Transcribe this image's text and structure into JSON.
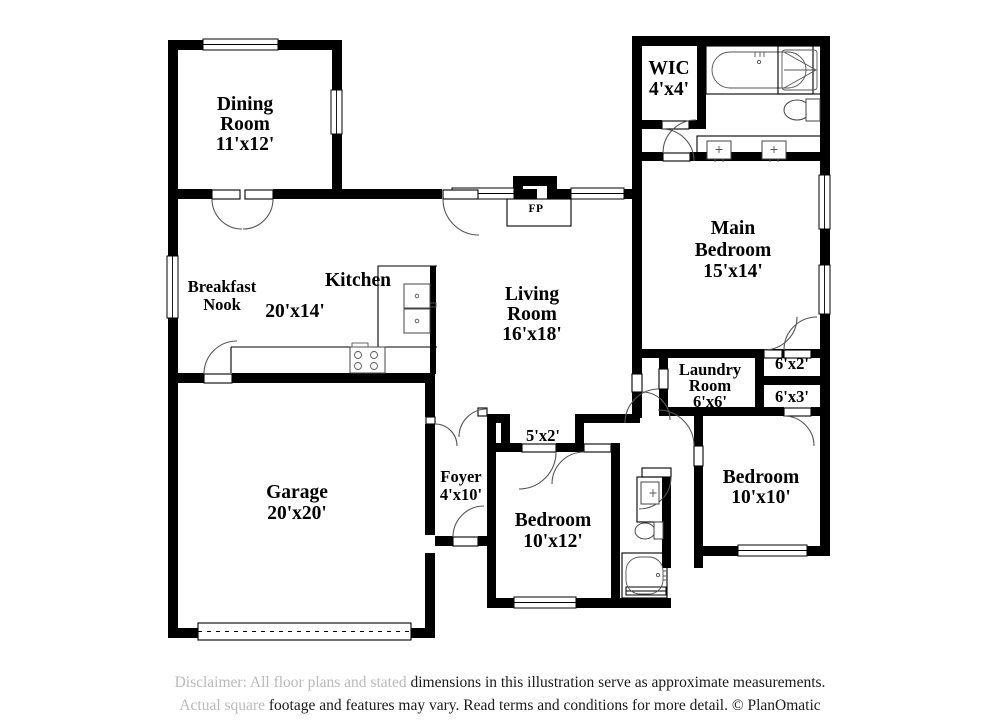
{
  "plan": {
    "title": "Single-story residential floor plan",
    "copyright": "© PlanOmatic",
    "stroke_color": "#000000",
    "background_color": "#ffffff"
  },
  "rooms": [
    {
      "key": "dining",
      "name": "Dining\nRoom",
      "line1": "Dining",
      "line2": "Room",
      "dimensions": "11'x12'"
    },
    {
      "key": "breakfast",
      "name": "Breakfast\nNook",
      "line1": "Breakfast",
      "line2": "Nook",
      "dimensions": ""
    },
    {
      "key": "kitchen",
      "name": "Kitchen",
      "line1": "Kitchen",
      "line2": "",
      "dimensions": "20'x14'"
    },
    {
      "key": "living",
      "name": "Living\nRoom",
      "line1": "Living",
      "line2": "Room",
      "dimensions": "16'x18'"
    },
    {
      "key": "garage",
      "name": "Garage",
      "line1": "Garage",
      "line2": "",
      "dimensions": "20'x20'"
    },
    {
      "key": "foyer",
      "name": "Foyer",
      "line1": "Foyer",
      "line2": "",
      "dimensions": "4'x10'"
    },
    {
      "key": "bedroom2",
      "name": "Bedroom",
      "line1": "Bedroom",
      "line2": "",
      "dimensions": "10'x12'"
    },
    {
      "key": "bedroom3",
      "name": "Bedroom",
      "line1": "Bedroom",
      "line2": "",
      "dimensions": "10'x10'"
    },
    {
      "key": "main_bedroom",
      "name": "Main\nBedroom",
      "line1": "Main",
      "line2": "Bedroom",
      "dimensions": "15'x14'"
    },
    {
      "key": "wic",
      "name": "WIC",
      "line1": "WIC",
      "line2": "",
      "dimensions": "4'x4'"
    },
    {
      "key": "laundry",
      "name": "Laundry\nRoom",
      "line1": "Laundry",
      "line2": "Room",
      "dimensions": "6'x6'"
    }
  ],
  "closets": [
    {
      "key": "closet_a",
      "dimensions": "6'x2'"
    },
    {
      "key": "closet_b",
      "dimensions": "6'x3'"
    },
    {
      "key": "closet_c",
      "dimensions": "5'x2'"
    }
  ],
  "features": {
    "fireplace_label": "FP"
  },
  "labels": {
    "dining_room_l1": "Dining",
    "dining_room_l2": "Room",
    "dining_room_dim": "11'x12'",
    "breakfast_l1": "Breakfast",
    "breakfast_l2": "Nook",
    "kitchen_l1": "Kitchen",
    "kitchen_dim": "20'x14'",
    "living_l1": "Living",
    "living_l2": "Room",
    "living_dim": "16'x18'",
    "garage_l1": "Garage",
    "garage_dim": "20'x20'",
    "foyer_l1": "Foyer",
    "foyer_dim": "4'x10'",
    "bedroom2_l1": "Bedroom",
    "bedroom2_dim": "10'x12'",
    "bedroom3_l1": "Bedroom",
    "bedroom3_dim": "10'x10'",
    "main_l1": "Main",
    "main_l2": "Bedroom",
    "main_dim": "15'x14'",
    "wic_l1": "WIC",
    "wic_dim": "4'x4'",
    "laundry_l1": "Laundry",
    "laundry_l2": "Room",
    "laundry_dim": "6'x6'",
    "closet_a_dim": "6'x2'",
    "closet_b_dim": "6'x3'",
    "closet_c_dim": "5'x2'",
    "fp": "FP"
  },
  "disclaimer": {
    "line1_faded": "Disclaimer: All floor plans and stated",
    "line1_clear": "dimensions in this illustration serve as approximate measurements.",
    "line2_faded": "Actual square",
    "line2_clear": "footage and features may vary. Read terms and conditions for more detail. © PlanOmatic"
  }
}
